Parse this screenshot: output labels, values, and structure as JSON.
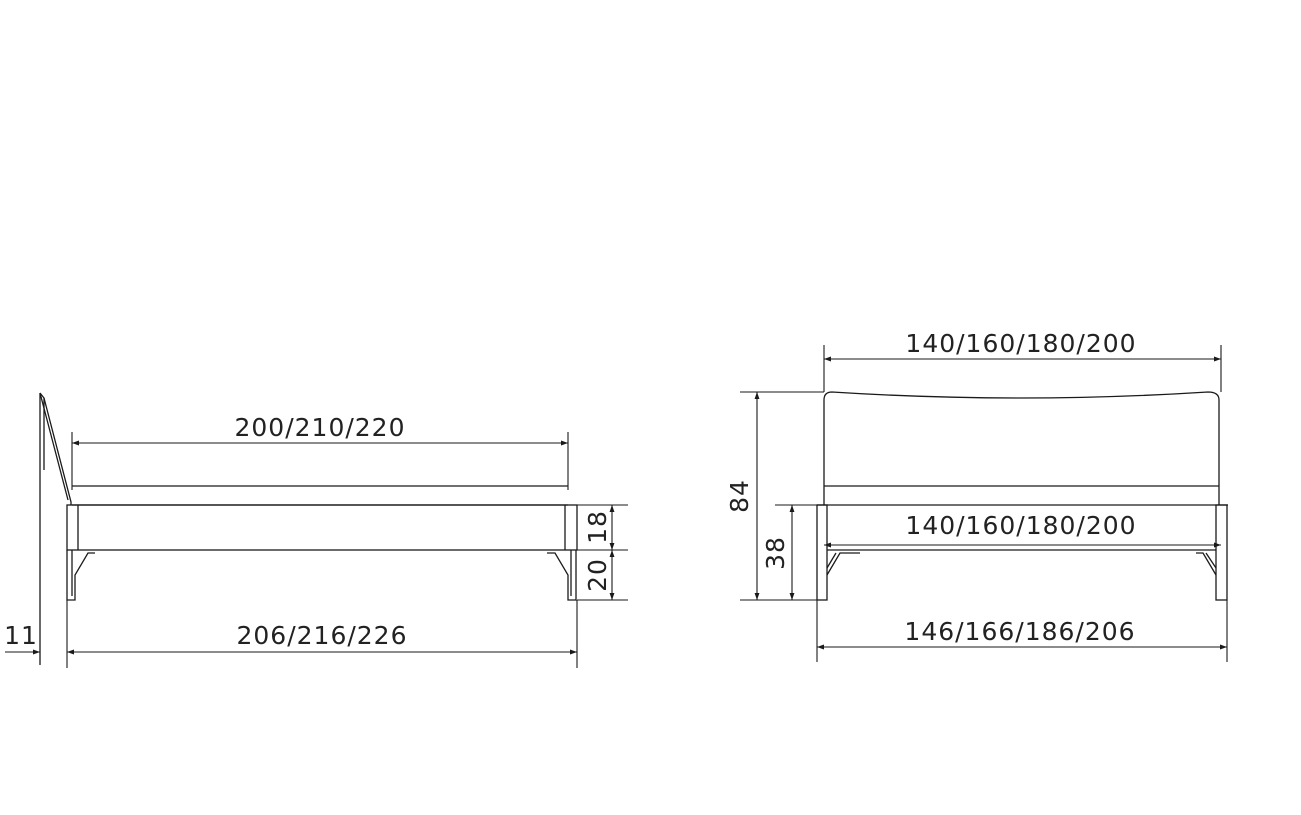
{
  "side_view": {
    "mattress_length": "200/210/220",
    "overall_length": "206/216/226",
    "headboard_offset": "11",
    "frame_height": "18",
    "leg_height": "20"
  },
  "front_view": {
    "headboard_width": "140/160/180/200",
    "inner_width": "140/160/180/200",
    "overall_width": "146/166/186/206",
    "total_height": "84",
    "frame_top_height": "38"
  },
  "colors": {
    "line": "#1a1a1a",
    "text": "#222222",
    "background": "#ffffff"
  }
}
